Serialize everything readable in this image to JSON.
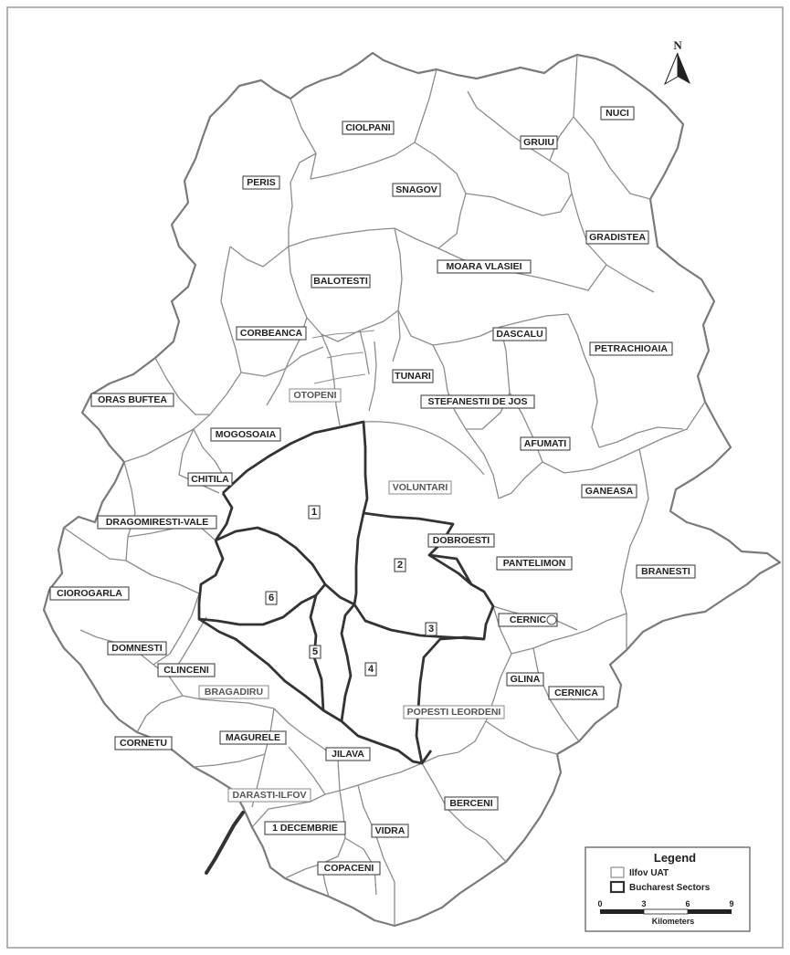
{
  "north_arrow": {
    "label": "N"
  },
  "uat_labels": [
    {
      "id": "ciolpani",
      "text": "CIOLPANI"
    },
    {
      "id": "nuci",
      "text": "NUCI"
    },
    {
      "id": "gruiu",
      "text": "GRUIU"
    },
    {
      "id": "peris",
      "text": "PERIS"
    },
    {
      "id": "snagov",
      "text": "SNAGOV"
    },
    {
      "id": "gradistea",
      "text": "GRADISTEA"
    },
    {
      "id": "balotesti",
      "text": "BALOTESTI"
    },
    {
      "id": "moara-vlasiei",
      "text": "MOARA VLASIEI"
    },
    {
      "id": "corbeanca",
      "text": "CORBEANCA"
    },
    {
      "id": "dascalu",
      "text": "DASCALU"
    },
    {
      "id": "petrachioaia",
      "text": "PETRACHIOAIA"
    },
    {
      "id": "tunari",
      "text": "TUNARI"
    },
    {
      "id": "oras-buftea",
      "text": "ORAS BUFTEA"
    },
    {
      "id": "otopeni",
      "text": "OTOPENI"
    },
    {
      "id": "stefanestii-de-jos",
      "text": "STEFANESTII DE JOS"
    },
    {
      "id": "mogosoaia",
      "text": "MOGOSOAIA"
    },
    {
      "id": "afumati",
      "text": "AFUMATI"
    },
    {
      "id": "chitila",
      "text": "CHITILA"
    },
    {
      "id": "voluntari",
      "text": "VOLUNTARI"
    },
    {
      "id": "ganeasa",
      "text": "GANEASA"
    },
    {
      "id": "dragomiresti-vale",
      "text": "DRAGOMIRESTI-VALE"
    },
    {
      "id": "dobroesti",
      "text": "DOBROESTI"
    },
    {
      "id": "pantelimon",
      "text": "PANTELIMON"
    },
    {
      "id": "branesti",
      "text": "BRANESTI"
    },
    {
      "id": "ciorogarla",
      "text": "CIOROGARLA"
    },
    {
      "id": "cernica-a",
      "text": "CERNIC"
    },
    {
      "id": "domnesti",
      "text": "DOMNESTI"
    },
    {
      "id": "clinceni",
      "text": "CLINCENI"
    },
    {
      "id": "glina",
      "text": "GLINA"
    },
    {
      "id": "cernica",
      "text": "CERNICA"
    },
    {
      "id": "bragadiru",
      "text": "BRAGADIRU"
    },
    {
      "id": "popesti-leordeni",
      "text": "POPESTI LEORDENI"
    },
    {
      "id": "cornetu",
      "text": "CORNETU"
    },
    {
      "id": "magurele",
      "text": "MAGURELE"
    },
    {
      "id": "jilava",
      "text": "JILAVA"
    },
    {
      "id": "darasti-ilfov",
      "text": "DARASTI-ILFOV"
    },
    {
      "id": "berceni",
      "text": "BERCENI"
    },
    {
      "id": "1-decembrie",
      "text": "1 DECEMBRIE"
    },
    {
      "id": "vidra",
      "text": "VIDRA"
    },
    {
      "id": "copaceni",
      "text": "COPACENI"
    }
  ],
  "sector_labels": [
    "1",
    "2",
    "3",
    "4",
    "5",
    "6"
  ],
  "legend": {
    "title": "Legend",
    "items": [
      {
        "label": "Ilfov UAT"
      },
      {
        "label": "Bucharest Sectors"
      }
    ],
    "scale": {
      "ticks": [
        "0",
        "3",
        "6",
        "9"
      ],
      "unit": "Kilometers"
    }
  },
  "colors": {
    "uat_border": "#8c8c8c",
    "sector_border": "#333333",
    "outer_border": "#7a7a7a"
  }
}
